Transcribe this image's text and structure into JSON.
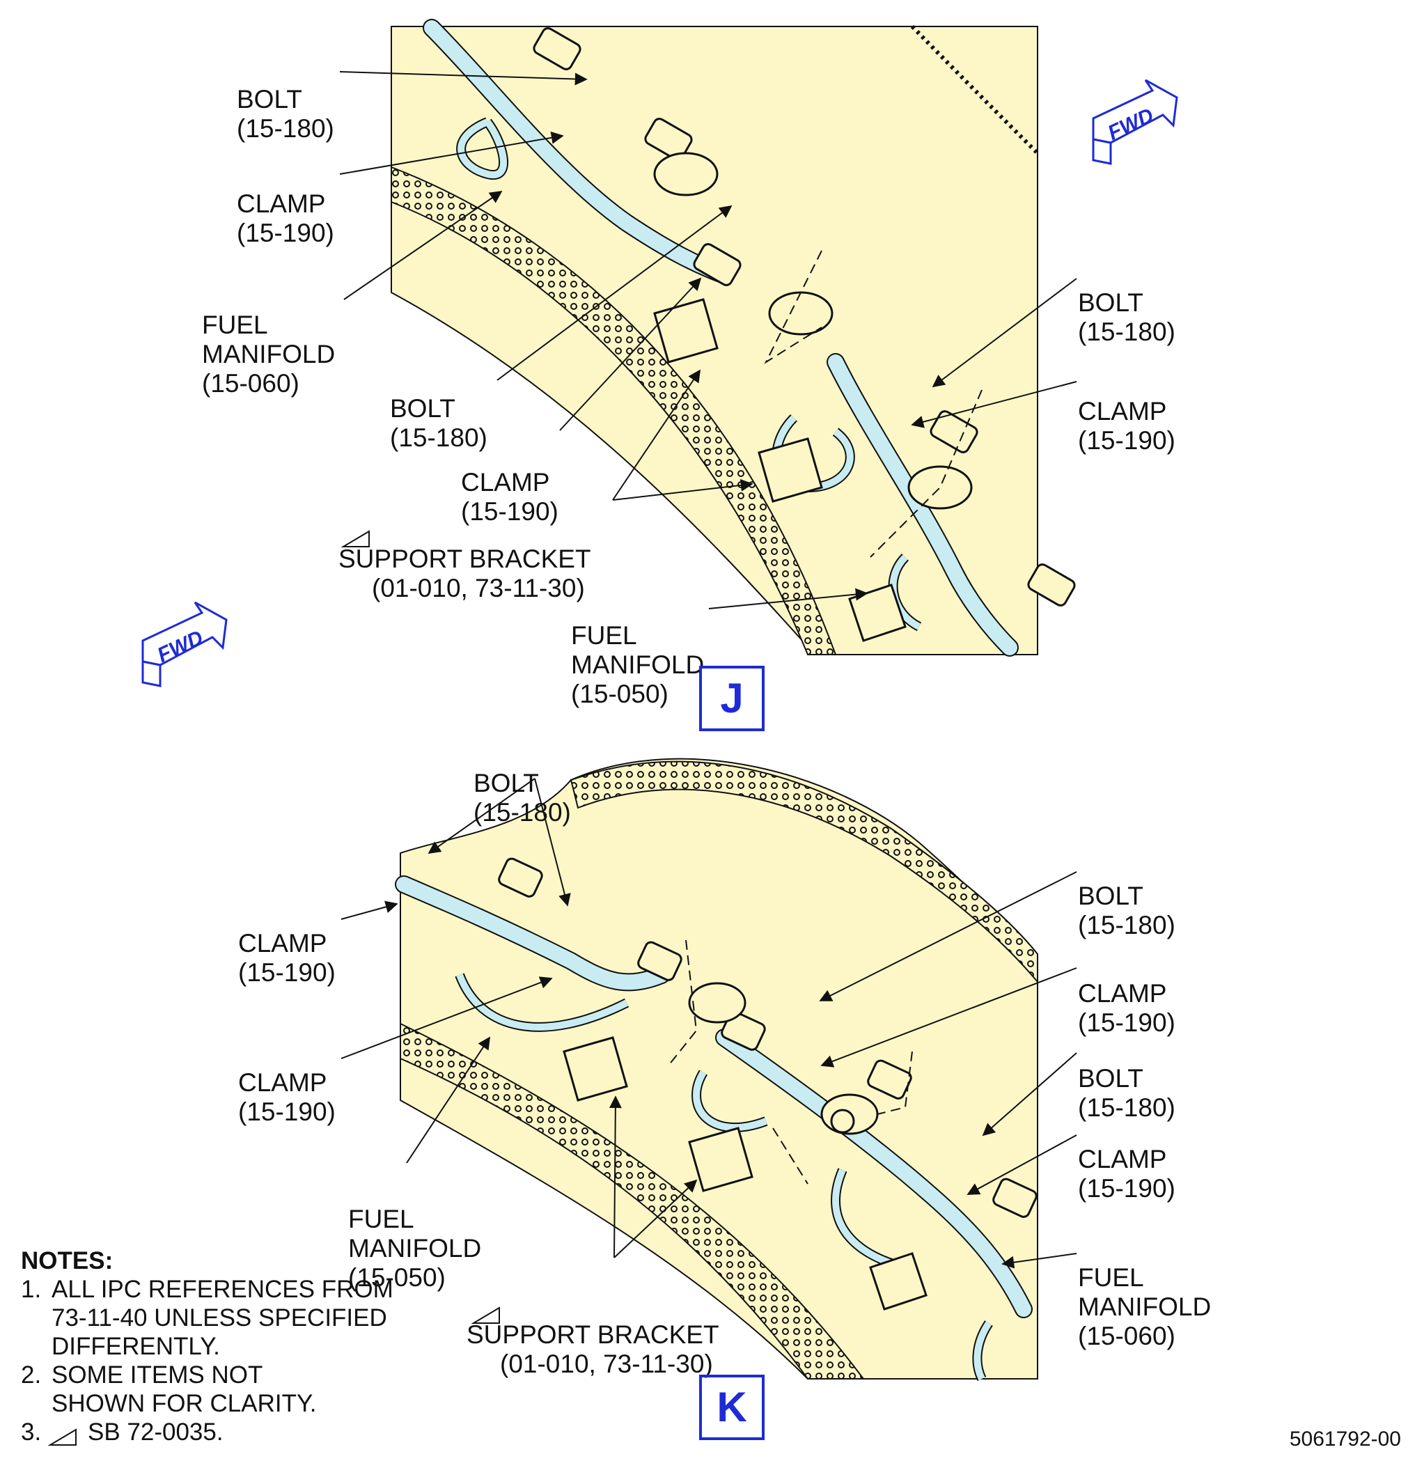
{
  "views": {
    "j": {
      "letter": "J",
      "labels": [
        {
          "id": "j-bolt-1",
          "lines": [
            "BOLT",
            "(15-180)"
          ]
        },
        {
          "id": "j-clamp-1",
          "lines": [
            "CLAMP",
            "(15-190)"
          ]
        },
        {
          "id": "j-fuel-manifold-1",
          "lines": [
            "FUEL",
            "MANIFOLD",
            "(15-060)"
          ]
        },
        {
          "id": "j-bolt-2",
          "lines": [
            "BOLT",
            "(15-180)"
          ]
        },
        {
          "id": "j-clamp-2",
          "lines": [
            "CLAMP",
            "(15-190)"
          ]
        },
        {
          "id": "j-support-bracket",
          "lines": [
            "SUPPORT BRACKET",
            "(01-010, 73-11-30)"
          ]
        },
        {
          "id": "j-fuel-manifold-2",
          "lines": [
            "FUEL",
            "MANIFOLD",
            "(15-050)"
          ]
        },
        {
          "id": "j-bolt-3",
          "lines": [
            "BOLT",
            "(15-180)"
          ]
        },
        {
          "id": "j-clamp-3",
          "lines": [
            "CLAMP",
            "(15-190)"
          ]
        }
      ],
      "fwd": "FWD"
    },
    "k": {
      "letter": "K",
      "labels": [
        {
          "id": "k-bolt-1",
          "lines": [
            "BOLT",
            "(15-180)"
          ]
        },
        {
          "id": "k-clamp-1",
          "lines": [
            "CLAMP",
            "(15-190)"
          ]
        },
        {
          "id": "k-clamp-2",
          "lines": [
            "CLAMP",
            "(15-190)"
          ]
        },
        {
          "id": "k-fuel-manifold-1",
          "lines": [
            "FUEL",
            "MANIFOLD",
            "(15-050)"
          ]
        },
        {
          "id": "k-support-bracket",
          "lines": [
            "SUPPORT BRACKET",
            "(01-010, 73-11-30)"
          ]
        },
        {
          "id": "k-bolt-2",
          "lines": [
            "BOLT",
            "(15-180)"
          ]
        },
        {
          "id": "k-clamp-3",
          "lines": [
            "CLAMP",
            "(15-190)"
          ]
        },
        {
          "id": "k-bolt-3",
          "lines": [
            "BOLT",
            "(15-180)"
          ]
        },
        {
          "id": "k-clamp-4",
          "lines": [
            "CLAMP",
            "(15-190)"
          ]
        },
        {
          "id": "k-fuel-manifold-2",
          "lines": [
            "FUEL",
            "MANIFOLD",
            "(15-060)"
          ]
        }
      ],
      "fwd": "FWD"
    }
  },
  "notes": {
    "heading": "NOTES:",
    "items": [
      {
        "num": "1.",
        "lines": [
          "ALL IPC REFERENCES FROM",
          "73-11-40 UNLESS SPECIFIED",
          "DIFFERENTLY."
        ]
      },
      {
        "num": "2.",
        "lines": [
          "SOME ITEMS NOT",
          "SHOWN FOR CLARITY."
        ]
      },
      {
        "num": "3.",
        "lines": [
          "SB 72-0035."
        ]
      }
    ]
  },
  "figure_id": "5061792-00",
  "colors": {
    "fill_engine": "#fdf7c8",
    "fill_tube": "#c8ecf2",
    "line": "#111111",
    "accent_blue": "#1e2bd6"
  }
}
